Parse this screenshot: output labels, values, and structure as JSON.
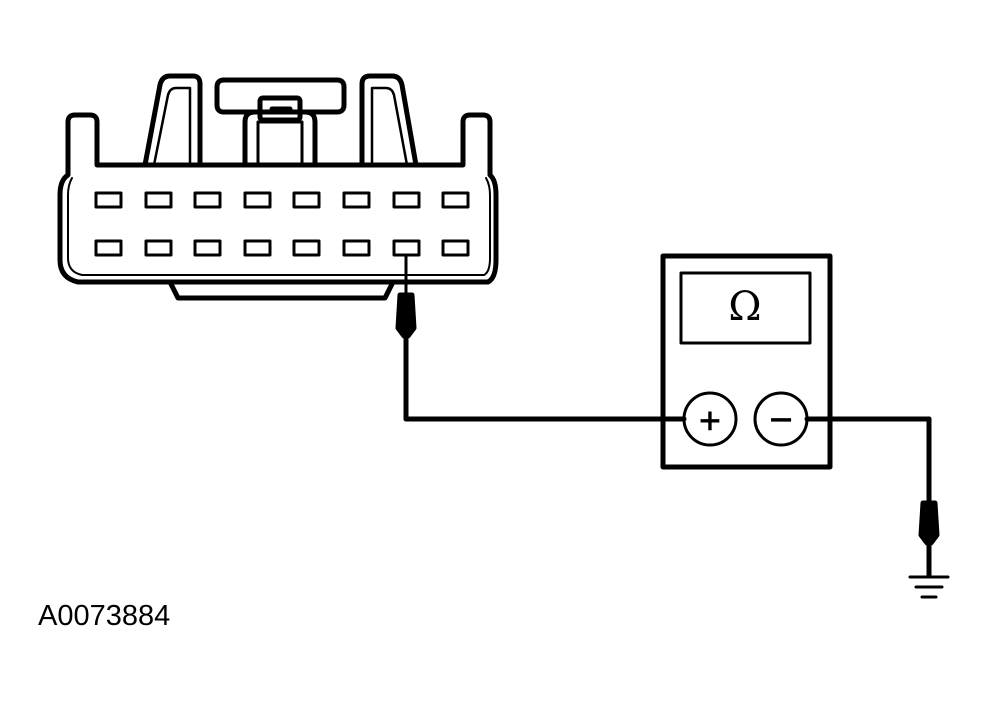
{
  "figure_id": "A0073884",
  "meter": {
    "display_symbol": "Ω",
    "positive_symbol": "+",
    "negative_symbol": "−"
  },
  "connector": {
    "rows": 2,
    "pins_per_row": 8,
    "probed_pin": {
      "row": 2,
      "position": 7
    }
  },
  "colors": {
    "line": "#000000",
    "background": "#ffffff"
  }
}
